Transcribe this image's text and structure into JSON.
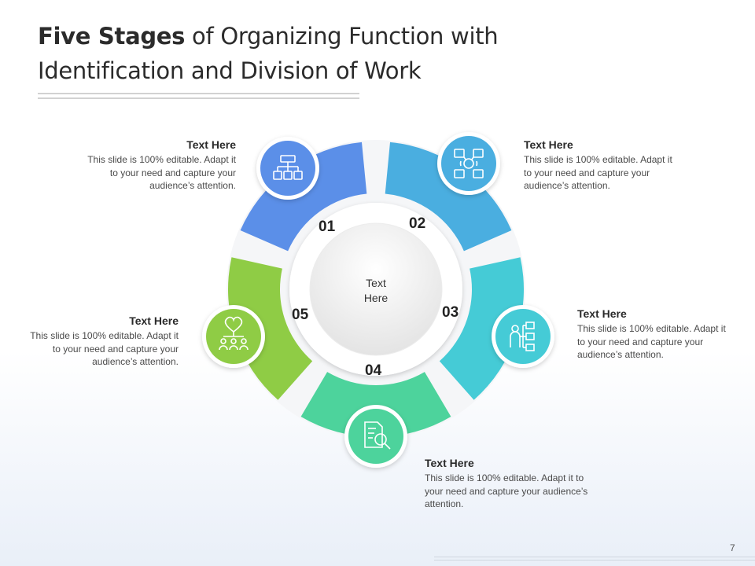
{
  "title": {
    "bold": "Five Stages",
    "rest": " of Organizing Function with Identification and Division of Work"
  },
  "center_label": "Text\nHere",
  "page_number": "7",
  "stages": [
    {
      "number": "01",
      "heading": "Text Here",
      "body": "This slide is 100% editable. Adapt it to your need and capture your audience’s attention.",
      "color": "#5b8fe8",
      "icon": "organization-chart-icon"
    },
    {
      "number": "02",
      "heading": "Text Here",
      "body": "This slide is 100% editable. Adapt it to your need and capture your audience’s attention.",
      "color": "#4aaee0",
      "icon": "network-people-icon"
    },
    {
      "number": "03",
      "heading": "Text Here",
      "body": "This slide is 100% editable. Adapt it to your need and capture your audience’s attention.",
      "color": "#45cbd6",
      "icon": "presenter-flowchart-icon"
    },
    {
      "number": "04",
      "heading": "Text Here",
      "body": "This slide is 100% editable. Adapt it to your need and capture your audience’s attention.",
      "color": "#4dd39c",
      "icon": "document-search-icon"
    },
    {
      "number": "05",
      "heading": "Text Here",
      "body": "This slide is 100% editable. Adapt it to your need and capture your audience’s attention.",
      "color": "#8fcc45",
      "icon": "team-heart-icon"
    }
  ]
}
